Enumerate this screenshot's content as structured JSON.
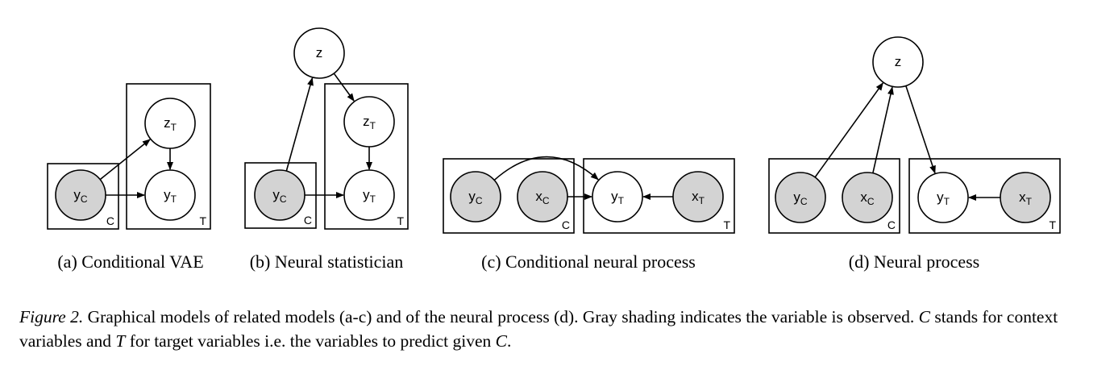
{
  "colors": {
    "observed": "#d3d3d3",
    "latent": "#ffffff",
    "stroke": "#000000"
  },
  "panels": [
    {
      "id": "a",
      "caption": "(a) Conditional VAE",
      "plates": [
        {
          "id": "a-context",
          "label": "C"
        },
        {
          "id": "a-target",
          "label": "T"
        }
      ],
      "nodes": [
        {
          "id": "a-yC",
          "var": "y",
          "sub": "C",
          "observed": true
        },
        {
          "id": "a-zT",
          "var": "z",
          "sub": "T",
          "observed": false
        },
        {
          "id": "a-yT",
          "var": "y",
          "sub": "T",
          "observed": false
        }
      ],
      "edges": [
        [
          "a-yC",
          "a-zT"
        ],
        [
          "a-yC",
          "a-yT"
        ],
        [
          "a-zT",
          "a-yT"
        ]
      ]
    },
    {
      "id": "b",
      "caption": "(b) Neural statistician",
      "plates": [
        {
          "id": "b-context",
          "label": "C"
        },
        {
          "id": "b-target",
          "label": "T"
        }
      ],
      "nodes": [
        {
          "id": "b-z",
          "var": "z",
          "sub": "",
          "observed": false
        },
        {
          "id": "b-yC",
          "var": "y",
          "sub": "C",
          "observed": true
        },
        {
          "id": "b-zT",
          "var": "z",
          "sub": "T",
          "observed": false
        },
        {
          "id": "b-yT",
          "var": "y",
          "sub": "T",
          "observed": false
        }
      ],
      "edges": [
        [
          "b-yC",
          "b-z"
        ],
        [
          "b-z",
          "b-zT"
        ],
        [
          "b-yC",
          "b-yT"
        ],
        [
          "b-zT",
          "b-yT"
        ]
      ]
    },
    {
      "id": "c",
      "caption": "(c) Conditional neural process",
      "plates": [
        {
          "id": "c-context",
          "label": "C"
        },
        {
          "id": "c-target",
          "label": "T"
        }
      ],
      "nodes": [
        {
          "id": "c-yC",
          "var": "y",
          "sub": "C",
          "observed": true
        },
        {
          "id": "c-xC",
          "var": "x",
          "sub": "C",
          "observed": true
        },
        {
          "id": "c-yT",
          "var": "y",
          "sub": "T",
          "observed": false
        },
        {
          "id": "c-xT",
          "var": "x",
          "sub": "T",
          "observed": true
        }
      ],
      "edges": [
        [
          "c-yC",
          "c-yT"
        ],
        [
          "c-xC",
          "c-yT"
        ],
        [
          "c-xT",
          "c-yT"
        ]
      ]
    },
    {
      "id": "d",
      "caption": "(d) Neural process",
      "plates": [
        {
          "id": "d-context",
          "label": "C"
        },
        {
          "id": "d-target",
          "label": "T"
        }
      ],
      "nodes": [
        {
          "id": "d-z",
          "var": "z",
          "sub": "",
          "observed": false
        },
        {
          "id": "d-yC",
          "var": "y",
          "sub": "C",
          "observed": true
        },
        {
          "id": "d-xC",
          "var": "x",
          "sub": "C",
          "observed": true
        },
        {
          "id": "d-yT",
          "var": "y",
          "sub": "T",
          "observed": false
        },
        {
          "id": "d-xT",
          "var": "x",
          "sub": "T",
          "observed": true
        }
      ],
      "edges": [
        [
          "d-yC",
          "d-z"
        ],
        [
          "d-xC",
          "d-z"
        ],
        [
          "d-z",
          "d-yT"
        ],
        [
          "d-xT",
          "d-yT"
        ]
      ]
    }
  ],
  "figure_caption": {
    "label": "Figure 2.",
    "text_1": " Graphical models of related models (a-c) and of the neural process (d). Gray shading indicates the variable is observed. ",
    "var_c": "C",
    "text_2": " stands for context variables and ",
    "var_t": "T",
    "text_3": " for target variables i.e. the variables to predict given ",
    "var_c2": "C",
    "text_4": "."
  }
}
